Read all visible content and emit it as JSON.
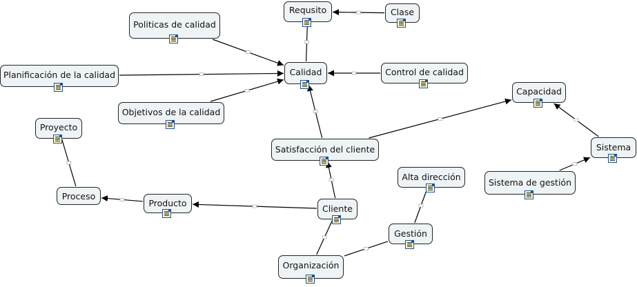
{
  "nodes": {
    "requisito": {
      "label": "Requsito"
    },
    "clase": {
      "label": "Clase"
    },
    "politicas": {
      "label": "Politicas de calidad"
    },
    "calidad": {
      "label": "Calidad"
    },
    "control": {
      "label": "Control de calidad"
    },
    "planificacion": {
      "label": "Planificación de la calidad"
    },
    "objetivos": {
      "label": "Objetivos de la calidad"
    },
    "capacidad": {
      "label": "Capacidad"
    },
    "proyecto": {
      "label": "Proyecto"
    },
    "satisfaccion": {
      "label": "Satisfacción del cliente"
    },
    "sistema": {
      "label": "Sistema"
    },
    "alta": {
      "label": "Alta dirección"
    },
    "sistema_gestion": {
      "label": "Sistema de gestión"
    },
    "proceso": {
      "label": "Proceso"
    },
    "producto": {
      "label": "Producto"
    },
    "cliente": {
      "label": "Cliente"
    },
    "gestion": {
      "label": "Gestión"
    },
    "organizacion": {
      "label": "Organización"
    }
  },
  "edges": [
    {
      "from": "clase",
      "to": "requisito",
      "arrow": true
    },
    {
      "from": "requisito",
      "to": "calidad",
      "arrow": false
    },
    {
      "from": "politicas",
      "to": "calidad",
      "arrow": true
    },
    {
      "from": "planificacion",
      "to": "calidad",
      "arrow": true
    },
    {
      "from": "control",
      "to": "calidad",
      "arrow": true
    },
    {
      "from": "objetivos",
      "to": "calidad",
      "arrow": true
    },
    {
      "from": "satisfaccion",
      "to": "calidad",
      "arrow": true
    },
    {
      "from": "satisfaccion",
      "to": "capacidad",
      "arrow": true
    },
    {
      "from": "sistema",
      "to": "capacidad",
      "arrow": true
    },
    {
      "from": "sistema_gestion",
      "to": "sistema",
      "arrow": true
    },
    {
      "from": "proyecto",
      "to": "proceso",
      "arrow": false
    },
    {
      "from": "cliente",
      "to": "satisfaccion",
      "arrow": true
    },
    {
      "from": "cliente",
      "to": "producto",
      "arrow": true
    },
    {
      "from": "producto",
      "to": "proceso",
      "arrow": true
    },
    {
      "from": "cliente",
      "to": "organizacion",
      "arrow": false
    },
    {
      "from": "organizacion",
      "to": "gestion",
      "arrow": false
    },
    {
      "from": "gestion",
      "to": "alta",
      "arrow": false
    }
  ]
}
